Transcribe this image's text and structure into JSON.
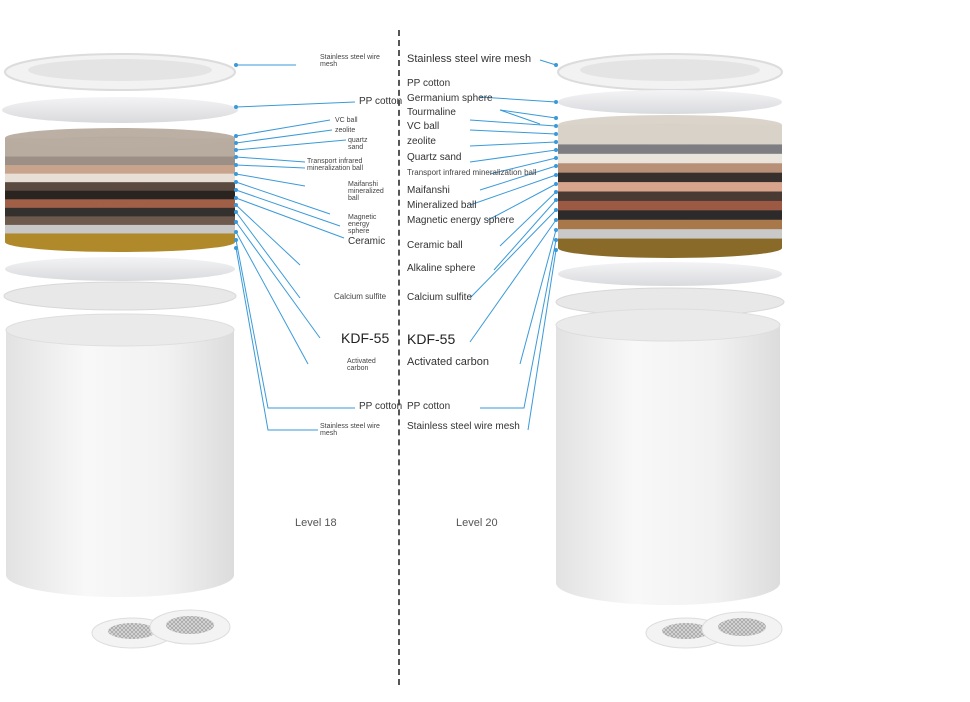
{
  "left": {
    "labels": [
      "Stainless steel wire mesh",
      "PP cotton",
      "VC ball",
      "zeolite",
      "quartz sand",
      "Transport infrared mineralization ball",
      "Maifanshi mineralized ball",
      "Magnetic energy sphere",
      "Ceramic",
      "Calcium sulfite",
      "KDF-55",
      "Activated carbon",
      "PP cotton",
      "Stainless steel wire mesh"
    ],
    "level": "Level 18"
  },
  "right": {
    "labels": [
      "Stainless steel wire mesh",
      "PP cotton",
      "Germanium sphere",
      "Tourmaline",
      "VC ball",
      "zeolite",
      "Quartz sand",
      "Transport infrared mineralization ball",
      "Maifanshi",
      "Mineralized ball",
      "Magnetic energy sphere",
      "Ceramic ball",
      "Alkaline sphere",
      "Calcium sulfite",
      "KDF-55",
      "Activated carbon",
      "PP cotton",
      "Stainless steel wire mesh"
    ],
    "level": "Level 20"
  },
  "colors": {
    "leader_line": "#3a9ad9",
    "divider": "#555555",
    "housing": "#f0f0f0"
  },
  "layers_left": [
    "#b8aca0",
    "#9c8f85",
    "#c9a48c",
    "#e8dfd6",
    "#5a4a40",
    "#2a2420",
    "#a06048",
    "#33302d",
    "#6e5a4c",
    "#c8c8c8",
    "#b08a2a"
  ],
  "layers_right": [
    "#d8d2c8",
    "#7e7e82",
    "#eae5dc",
    "#b89078",
    "#38302c",
    "#d9a48c",
    "#4a3a34",
    "#9c5a44",
    "#2c2a2a",
    "#a8784a",
    "#c9c9c9",
    "#8a6a28"
  ]
}
